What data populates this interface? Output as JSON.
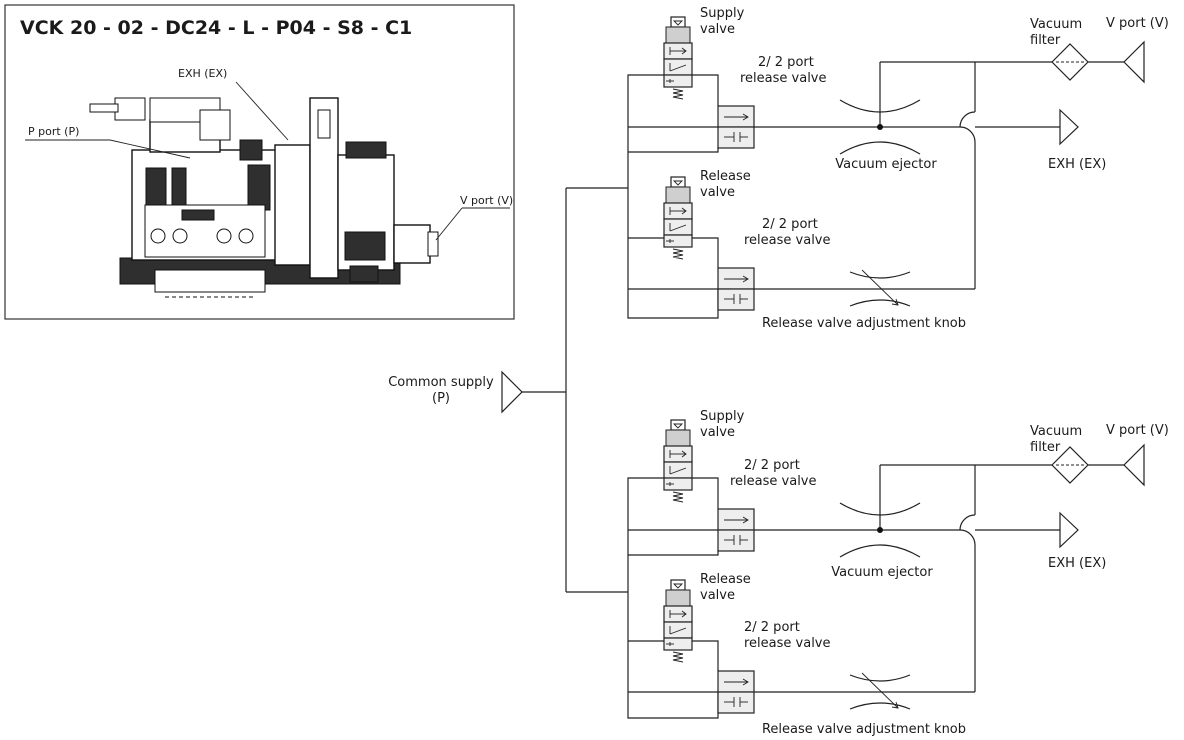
{
  "product_panel": {
    "model_code": "VCK 20 - 02 - DC24 - L - P04 - S8 - C1",
    "label_exh": "EXH (EX)",
    "label_p_port": "P port (P)",
    "label_v_port": "V port (V)"
  },
  "circuit": {
    "common_supply_line1": "Common supply",
    "common_supply_line2": "(P)"
  },
  "units": [
    {
      "supply_valve_1": "Supply",
      "supply_valve_2": "valve",
      "release_valve_1": "Release",
      "release_valve_2": "valve",
      "port_valve_a_1": "2/ 2 port",
      "port_valve_a_2": "release valve",
      "port_valve_b_1": "2/ 2 port",
      "port_valve_b_2": "release valve",
      "vacuum_ejector": "Vacuum ejector",
      "vacuum_filter_1": "Vacuum",
      "vacuum_filter_2": "filter",
      "v_port": "V port (V)",
      "exh": "EXH (EX)",
      "knob": "Release valve adjustment knob"
    },
    {
      "supply_valve_1": "Supply",
      "supply_valve_2": "valve",
      "release_valve_1": "Release",
      "release_valve_2": "valve",
      "port_valve_a_1": "2/ 2 port",
      "port_valve_a_2": "release valve",
      "port_valve_b_1": "2/ 2 port",
      "port_valve_b_2": "release valve",
      "vacuum_ejector": "Vacuum ejector",
      "vacuum_filter_1": "Vacuum",
      "vacuum_filter_2": "filter",
      "v_port": "V port (V)",
      "exh": "EXH (EX)",
      "knob": "Release valve adjustment knob"
    }
  ]
}
